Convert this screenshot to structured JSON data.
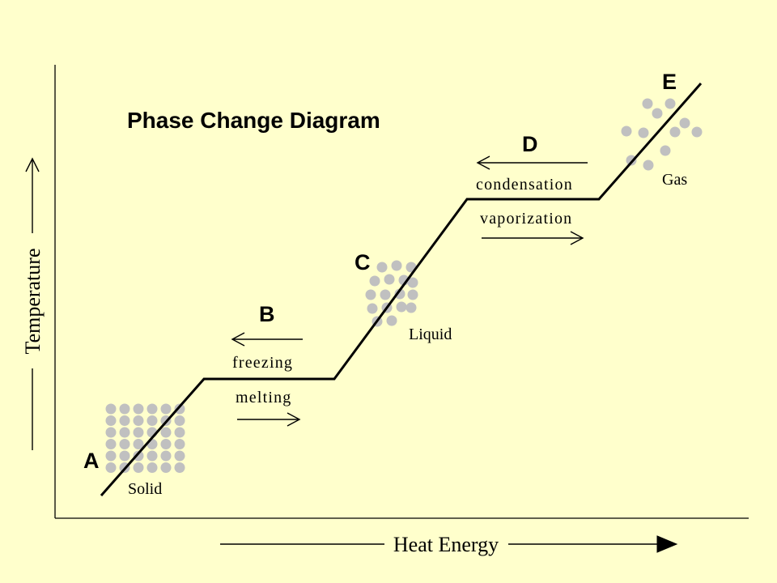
{
  "title": "Phase Change Diagram",
  "y_axis_label": "Temperature",
  "x_axis_label": "Heat Energy",
  "points": [
    {
      "letter": "A"
    },
    {
      "letter": "B"
    },
    {
      "letter": "C"
    },
    {
      "letter": "D"
    },
    {
      "letter": "E"
    }
  ],
  "phases": [
    {
      "label": "Solid"
    },
    {
      "label": "Liquid"
    },
    {
      "label": "Gas"
    }
  ],
  "transitions": {
    "b_reverse": "freezing",
    "b_forward": "melting",
    "d_reverse": "condensation",
    "d_forward": "vaporization"
  },
  "colors": {
    "background": "#ffffcc",
    "particle": "#c0c0c0",
    "line": "#000000"
  }
}
